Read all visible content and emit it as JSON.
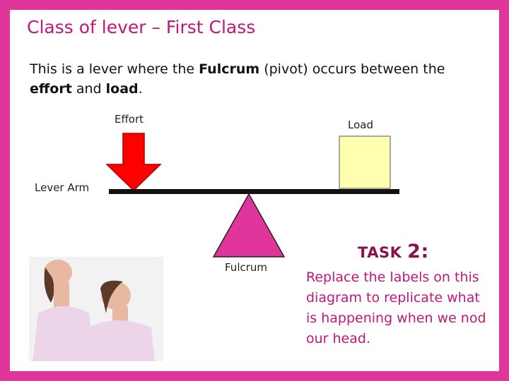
{
  "colors": {
    "border": "#e0359a",
    "accent": "#c0177a",
    "arrow": "#ff0000",
    "load": "#ffffb0",
    "fulcrum": "#e0359a"
  },
  "title": "Class of lever – First Class",
  "intro": {
    "t1": "This is a lever where the ",
    "fulcrum": "Fulcrum",
    "t2": " (pivot) occurs between the ",
    "effort": "effort",
    "t3": " and ",
    "load": "load",
    "t4": "."
  },
  "labels": {
    "effort": "Effort",
    "load": "Load",
    "lever_arm": "Lever Arm",
    "fulcrum": "Fulcrum"
  },
  "task": {
    "heading": "TASK ",
    "number": "2:",
    "text": "Replace the labels on this diagram to replicate what is happening when we nod our head."
  }
}
